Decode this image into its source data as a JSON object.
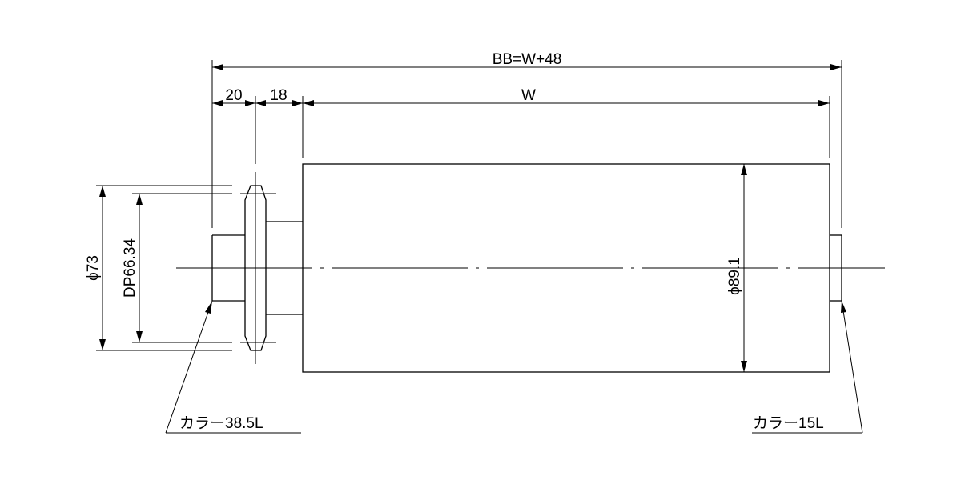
{
  "dimensions": {
    "overall_length": "BB=W+48",
    "width_w": "W",
    "flange_width": "20",
    "hub_width": "18",
    "sprocket_outer_dia": "ϕ73",
    "pitch_dia": "DP66.34",
    "roller_dia": "ϕ89.1"
  },
  "callouts": {
    "left_collar": "カラー38.5L",
    "right_collar": "カラー15L"
  }
}
